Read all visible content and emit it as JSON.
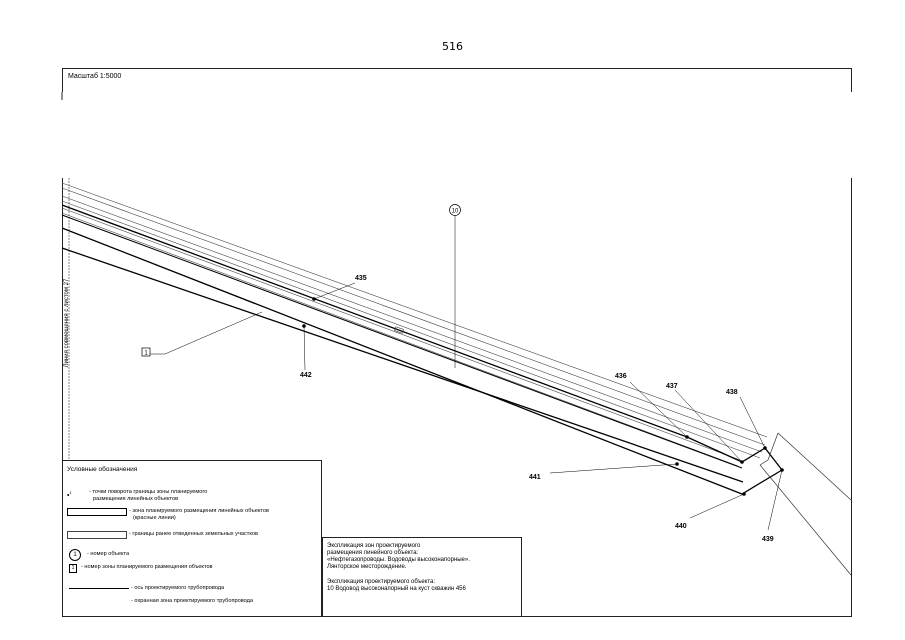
{
  "page_number": "516",
  "scale_label": "Масштаб 1:5000",
  "side_label": "Линия совмещения с листом 27",
  "object_number": "10",
  "zone_number": "1",
  "points": {
    "p435": "435",
    "p436": "436",
    "p437": "437",
    "p438": "438",
    "p439": "439",
    "p440": "440",
    "p441": "441",
    "p442": "442"
  },
  "legend": {
    "title": "Условные обозначения",
    "item_points_line1": "- точки поворота границы зоны планируемого",
    "item_points_line2": "размещения линейных объектов",
    "point_marker": "1",
    "item_zone_line1": "- зона планируемого размещения линейных объектов",
    "item_zone_line2": "(красные линии)",
    "item_boundaries": "- границы ранее отведенных земельных участков",
    "object_num_sample": "1",
    "item_object_num": "- номер объекта",
    "zone_num_sample": "1",
    "item_zone_num": "- номер зоны планируемого размещения объектов",
    "item_axis": "- ось проектируемого трубопровода",
    "item_protect": "- охранная зона проектируемого трубопровода"
  },
  "explication": {
    "line1": "Экспликация зон проектируемого",
    "line2": "размещения линейного объекта:",
    "line3": "«Нефтегазопроводы. Водоводы высоконапорные».",
    "line4": "Лянторское месторождение.",
    "line5": "Экспликация проектируемого объекта:",
    "line6": "10   Водовод высоконапорный на куст скважин 456"
  }
}
